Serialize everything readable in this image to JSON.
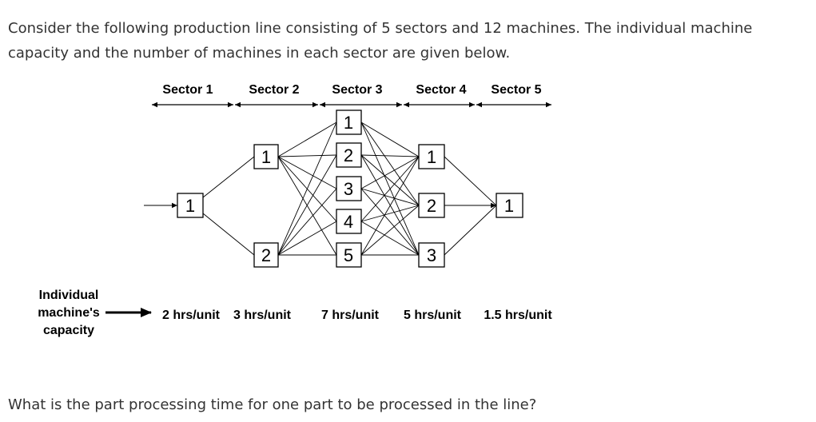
{
  "intro_text": "Consider the following production line consisting of 5 sectors and 12 machines. The individual machine capacity and the number of machines in each sector are given below.",
  "question_text": "What is the part processing time for one part to be processed in the line?",
  "diagram": {
    "sector_labels": [
      "Sector 1",
      "Sector 2",
      "Sector 3",
      "Sector 4",
      "Sector 5"
    ],
    "machine_numbers": {
      "sector1": [
        "1"
      ],
      "sector2": [
        "1",
        "2"
      ],
      "sector3": [
        "1",
        "2",
        "3",
        "4",
        "5"
      ],
      "sector4": [
        "1",
        "2",
        "3"
      ],
      "sector5": [
        "1"
      ]
    },
    "capacity_label_lines": [
      "Individual",
      "machine's",
      "capacity"
    ],
    "capacities": [
      "2 hrs/unit",
      "3 hrs/unit",
      "7 hrs/unit",
      "5 hrs/unit",
      "1.5 hrs/unit"
    ]
  }
}
